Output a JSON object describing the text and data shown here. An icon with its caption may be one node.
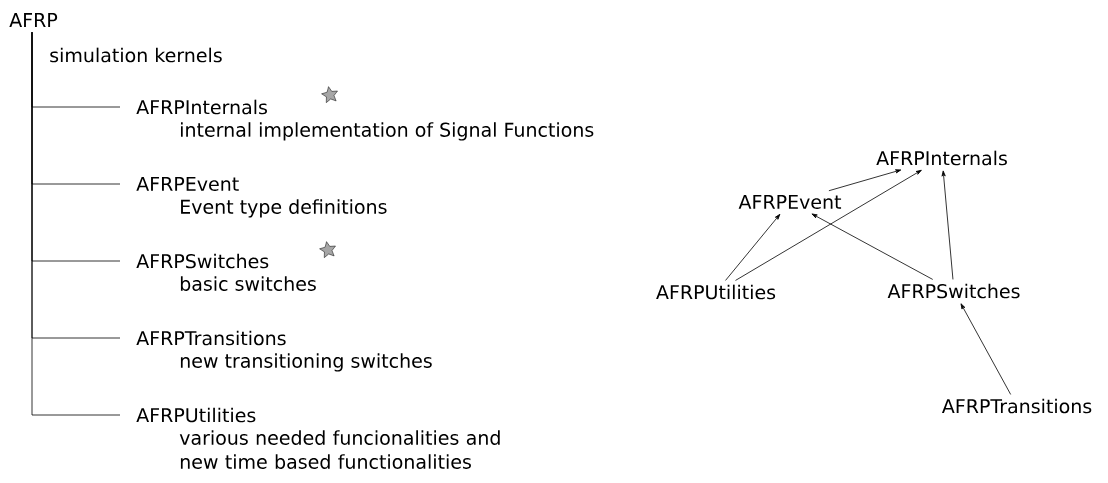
{
  "diagram": {
    "nodes": [
      {
        "text": [
          "AFRP"
        ]
      },
      {
        "text": [
          "AFRPInternals",
          "internal implementation of Signal Functions"
        ]
      },
      {
        "text": [
          "AFRPEvent",
          "Event type definitions"
        ]
      },
      {
        "text": [
          "AFRPSwitches",
          "basic switches"
        ]
      },
      {
        "text": [
          "AFRPTransitions",
          "new transitioning switches"
        ]
      },
      {
        "text": [
          "AFRPUtilities",
          "various needed funcionalities and new time based functionalities"
        ]
      },
      {
        "text": [
          "AFRPInternals"
        ]
      },
      {
        "text": [
          "AFRPEvent"
        ]
      },
      {
        "text": [
          "AFRPUtilities"
        ]
      },
      {
        "text": [
          "AFRPSwitches"
        ]
      },
      {
        "text": [
          "AFRPTransitions"
        ]
      }
    ],
    "edges": [
      {
        "from": 0,
        "to": 1,
        "arrow": "none"
      },
      {
        "from": 0,
        "to": 2,
        "arrow": "none"
      },
      {
        "from": 0,
        "to": 3,
        "arrow": "none"
      },
      {
        "from": 0,
        "to": 4,
        "arrow": "none"
      },
      {
        "from": 0,
        "to": 5,
        "arrow": "none"
      },
      {
        "from": 7,
        "to": 6,
        "arrow": "to"
      },
      {
        "from": 8,
        "to": 7,
        "arrow": "to"
      },
      {
        "from": 8,
        "to": 6,
        "arrow": "to"
      },
      {
        "from": 9,
        "to": 7,
        "arrow": "to"
      },
      {
        "from": 9,
        "to": 6,
        "arrow": "to"
      },
      {
        "from": 10,
        "to": 9,
        "arrow": "to"
      }
    ],
    "labels": [
      "simulation kernels"
    ]
  }
}
